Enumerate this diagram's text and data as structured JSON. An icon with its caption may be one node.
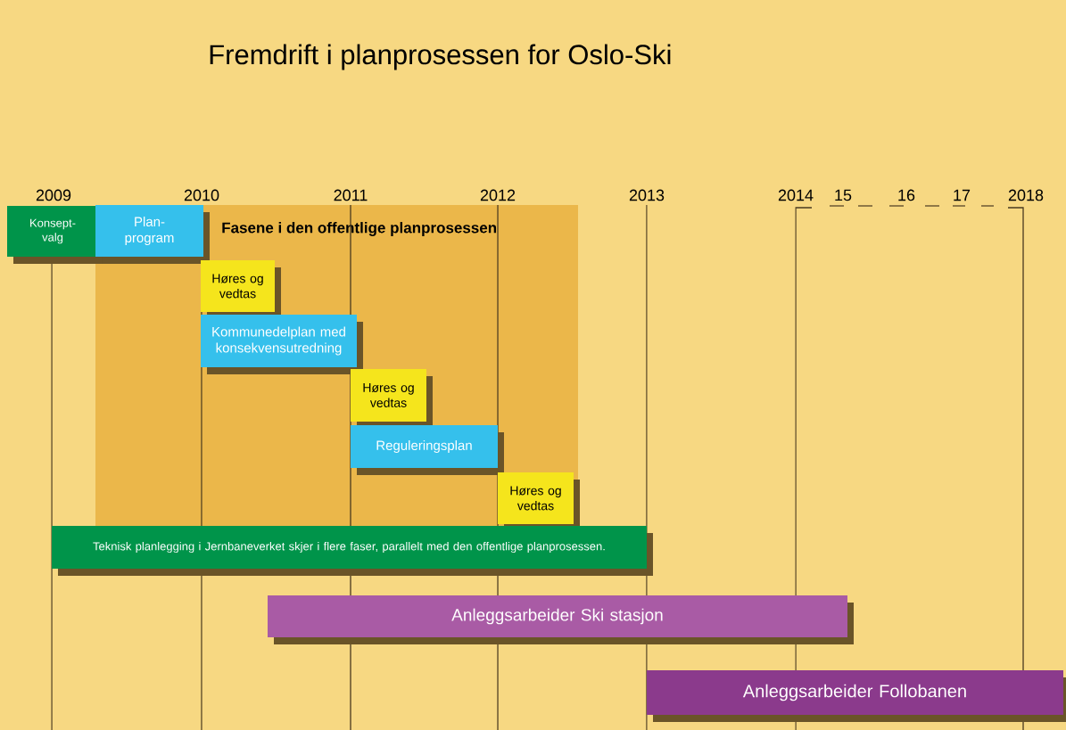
{
  "diagram": {
    "title": "Fremdrift i planprosessen for Oslo-Ski",
    "nodes": [
      {
        "text": [
          "Konsept-valg"
        ]
      },
      {
        "text": [
          "Fasene i den offentlige planprosessen"
        ]
      },
      {
        "text": [
          "Plan-program"
        ],
        "in": 1
      },
      {
        "text": [
          "Høres og vedtas"
        ],
        "in": 1
      },
      {
        "text": [
          "Kommunedelplan med konsekvensutredning"
        ],
        "in": 1
      },
      {
        "text": [
          "Høres og vedtas"
        ],
        "in": 1
      },
      {
        "text": [
          "Reguleringsplan"
        ],
        "in": 1
      },
      {
        "text": [
          "Høres og vedtas"
        ],
        "in": 1
      },
      {
        "text": [
          "Teknisk planlegging i Jernbaneverket skjer i flere faser, parallelt med den offentlige planprosessen."
        ]
      },
      {
        "text": [
          "Anleggsarbeider Ski stasjon"
        ]
      },
      {
        "text": [
          "Anleggsarbeider Follobanen"
        ]
      }
    ],
    "labels": [
      "2009",
      "2010",
      "2011",
      "2012",
      "2013",
      "2014",
      "15",
      "16",
      "17",
      "2018"
    ]
  }
}
